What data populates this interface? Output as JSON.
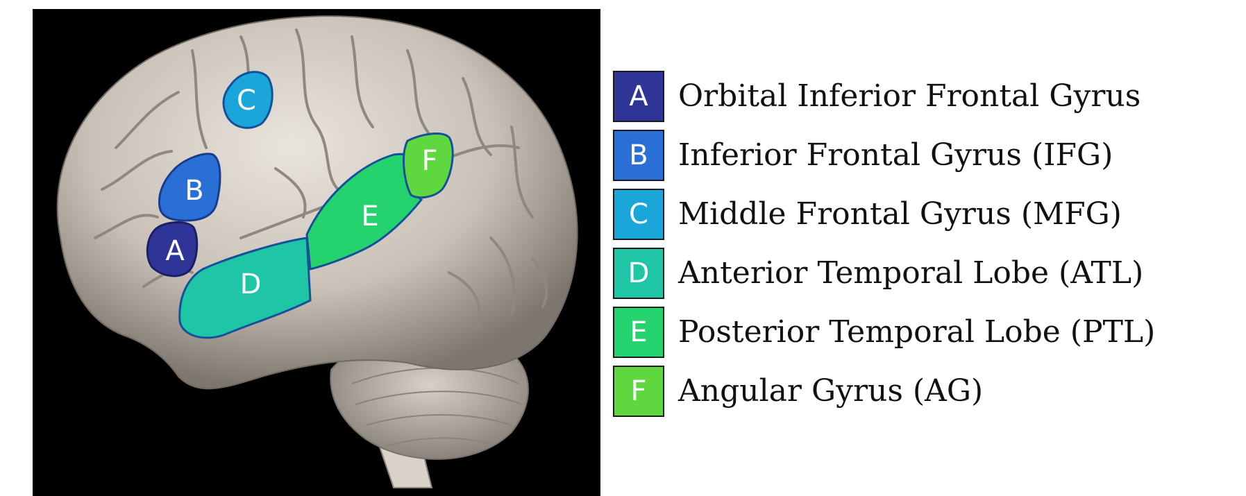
{
  "regions": [
    {
      "id": "A",
      "letter": "A",
      "label": "Orbital Inferior Frontal Gyrus",
      "color": "#2f3596"
    },
    {
      "id": "B",
      "letter": "B",
      "label": "Inferior Frontal Gyrus (IFG)",
      "color": "#2a6fd6"
    },
    {
      "id": "C",
      "letter": "C",
      "label": "Middle Frontal Gyrus (MFG)",
      "color": "#1aa6d8"
    },
    {
      "id": "D",
      "letter": "D",
      "label": "Anterior Temporal Lobe (ATL)",
      "color": "#1fc6a6"
    },
    {
      "id": "E",
      "letter": "E",
      "label": "Posterior Temporal Lobe (PTL)",
      "color": "#25d36e"
    },
    {
      "id": "F",
      "letter": "F",
      "label": "Angular Gyrus (AG)",
      "color": "#5fd83f"
    }
  ],
  "brain_image": {
    "background": "#000000",
    "tissue_color": "#cfc8bf"
  }
}
